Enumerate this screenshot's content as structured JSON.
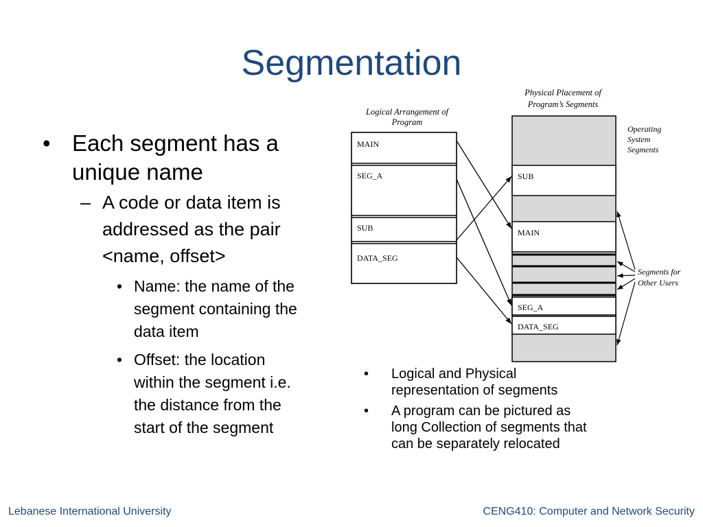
{
  "slide": {
    "title": "Segmentation"
  },
  "bullets": {
    "l1": {
      "bullet": "•",
      "text1": "Each segment has a",
      "text2": "unique name"
    },
    "l2": {
      "dash": "–",
      "line1": "A code or data item is",
      "line2": "addressed  as the pair",
      "line3": "<name, offset>"
    },
    "l3a": {
      "bullet": "•",
      "line1": "Name: the name of the",
      "line2": "segment containing the",
      "line3": "data item"
    },
    "l3b": {
      "bullet": "•",
      "line1": "Offset: the location",
      "line2": "within the segment i.e.",
      "line3": "the distance from the",
      "line4": "start of the segment"
    }
  },
  "diagram": {
    "logical_caption_1": "Logical Arrangement  of",
    "logical_caption_2": "Program",
    "physical_caption_1": "Physical Placement  of",
    "physical_caption_2": "Program’s Segments",
    "logical_segments": [
      "MAIN",
      "SEG_A",
      "SUB",
      "DATA_SEG"
    ],
    "physical_segments": [
      "SUB",
      "MAIN",
      "SEG_A",
      "DATA_SEG"
    ],
    "os_label_1": "Operating",
    "os_label_2": "System",
    "os_label_3": "Segments",
    "others_label_1": "Segments  for",
    "others_label_2": "Other Users",
    "colors": {
      "shaded": "#d9d9d9",
      "line": "#000000"
    }
  },
  "notes": {
    "n1": {
      "bullet": "•",
      "line1": "Logical and Physical",
      "line2": "representation of segments"
    },
    "n2": {
      "bullet": "•",
      "line1": "A program can be pictured as",
      "line2": "long  Collection of segments that",
      "line3": "can be separately relocated"
    }
  },
  "footer": {
    "left": "Lebanese International University",
    "right": "CENG410: Computer and Network Security"
  },
  "theme": {
    "title_color": "#1f497d",
    "footer_color": "#1f497d"
  }
}
